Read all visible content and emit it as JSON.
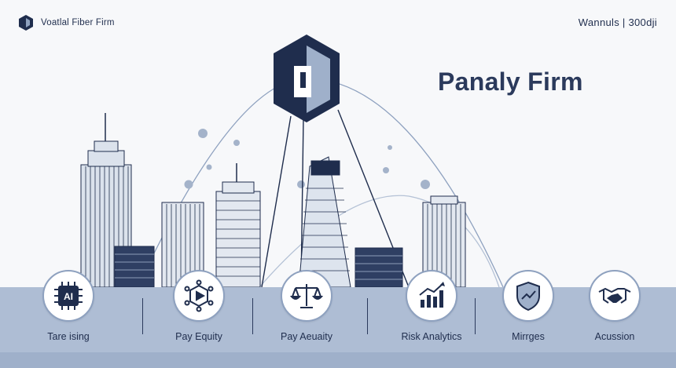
{
  "header": {
    "brand_name": "Voatlal Fiber Firm",
    "right_text": "Wannuls | 300dji"
  },
  "hero": {
    "title": "Panaly Firm"
  },
  "features": [
    {
      "label": "Tare ising",
      "icon": "ai-chip-icon",
      "icon_text": "AI"
    },
    {
      "label": "Pay Equity",
      "icon": "network-video-icon"
    },
    {
      "label": "Pay Aeuaity",
      "icon": "scales-icon"
    },
    {
      "label": "Risk Analytics",
      "icon": "bar-chart-icon"
    },
    {
      "label": "Mirrges",
      "icon": "shield-chart-icon"
    },
    {
      "label": "Acussion",
      "icon": "handshake-icon"
    }
  ],
  "colors": {
    "navy": "#1f2d4d",
    "steel_blue": "#8ea1bf",
    "band": "#aebdd4",
    "background": "#f7f8fa"
  }
}
